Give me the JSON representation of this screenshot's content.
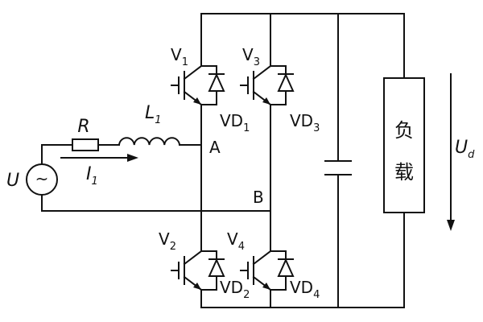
{
  "labels": {
    "source": {
      "name": "U",
      "symbol": "~"
    },
    "current": {
      "name": "I",
      "sub": "1"
    },
    "resistor": "R",
    "inductor": {
      "name": "L",
      "sub": "1"
    },
    "node_a": "A",
    "node_b": "B",
    "output_voltage": {
      "name": "U",
      "sub": "d"
    },
    "load": {
      "line1": "负",
      "line2": "载"
    }
  },
  "switches": [
    {
      "name": "V",
      "sub": "1"
    },
    {
      "name": "V",
      "sub": "3"
    },
    {
      "name": "V",
      "sub": "2"
    },
    {
      "name": "V",
      "sub": "4"
    }
  ],
  "diodes": [
    {
      "name": "VD",
      "sub": "1"
    },
    {
      "name": "VD",
      "sub": "3"
    },
    {
      "name": "VD",
      "sub": "2"
    },
    {
      "name": "VD",
      "sub": "4"
    }
  ]
}
